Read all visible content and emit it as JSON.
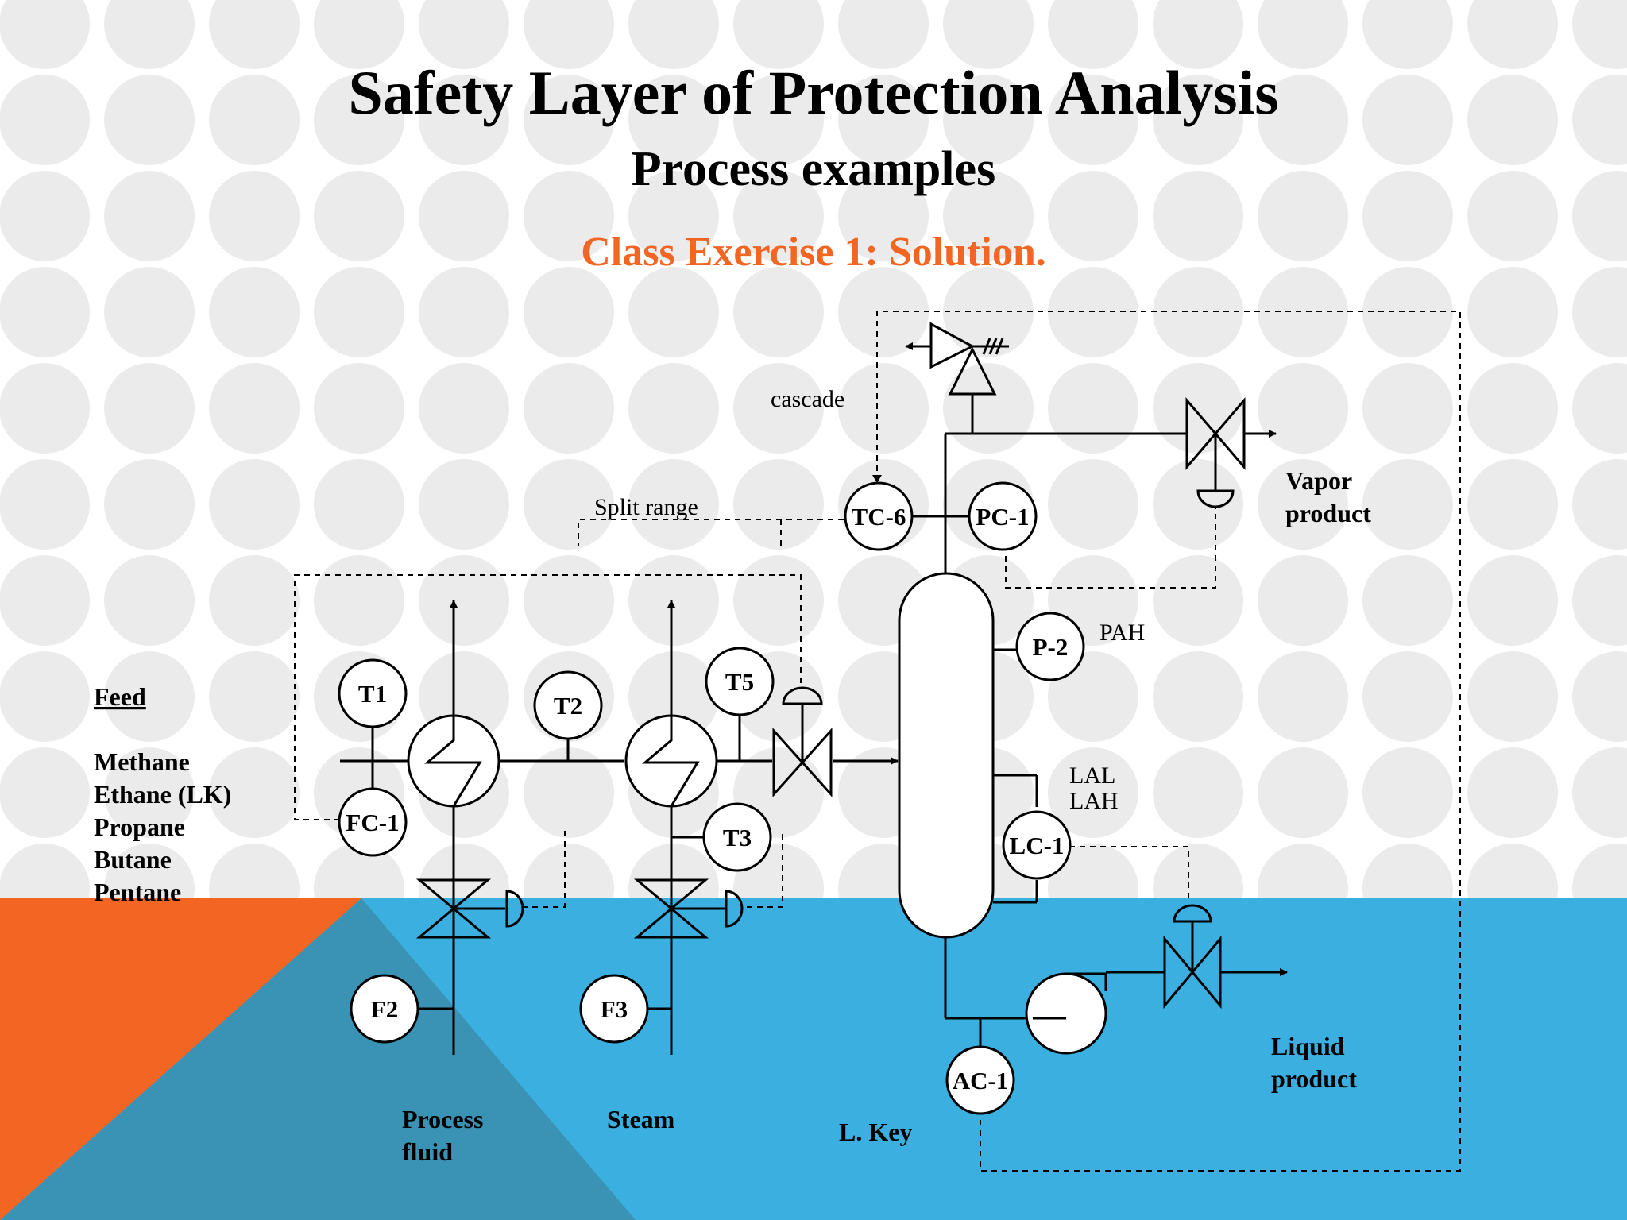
{
  "slide": {
    "title": "Safety Layer of Protection Analysis",
    "subtitle": "Process examples",
    "exercise": "Class Exercise 1: Solution."
  },
  "colors": {
    "accent_orange": "#f26522",
    "band_blue": "#3aafe0",
    "triangle_overlap": "#3a93b4",
    "dot_gray": "#ebebeb"
  },
  "feed": {
    "heading": "Feed",
    "components": [
      "Methane",
      "Ethane (LK)",
      "Propane",
      "Butane",
      "Pentane"
    ]
  },
  "instruments": {
    "t1": "T1",
    "t2": "T2",
    "t3": "T3",
    "t5": "T5",
    "fc1": "FC-1",
    "f2": "F2",
    "f3": "F3",
    "tc6": "TC-6",
    "pc1": "PC-1",
    "p2": "P-2",
    "lc1": "LC-1",
    "ac1": "AC-1"
  },
  "annotations": {
    "cascade": "cascade",
    "split_range": "Split range",
    "pah": "PAH",
    "lal": "LAL",
    "lah": "LAH"
  },
  "streams": {
    "process_fluid": [
      "Process",
      "fluid"
    ],
    "steam": "Steam",
    "l_key": "L. Key",
    "vapor_product": [
      "Vapor",
      "product"
    ],
    "liquid_product": [
      "Liquid",
      "product"
    ]
  }
}
